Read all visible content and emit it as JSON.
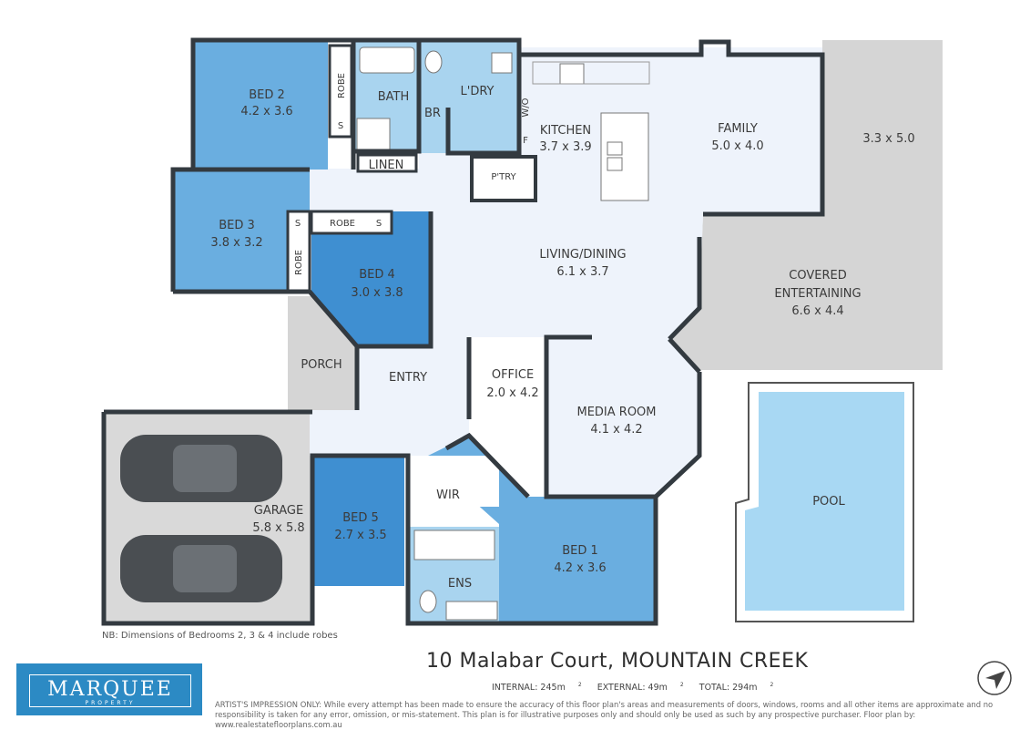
{
  "address": "10 Malabar Court, MOUNTAIN CREEK",
  "areas": {
    "internal": "INTERNAL: 245m",
    "external": "EXTERNAL: 49m",
    "total": "TOTAL: 294m",
    "unit_sup": "2"
  },
  "note": "NB: Dimensions of Bedrooms 2, 3 & 4 include robes",
  "disclaimer": "ARTIST'S IMPRESSION ONLY: While every attempt has been made to ensure the accuracy of this floor plan's areas and measurements of doors, windows, rooms and all other items are approximate and no responsibility is taken for any error, omission, or mis-statement. This plan is for illustrative purposes only and should only be used as such by any prospective purchaser. Floor plan by: www.realestatefloorplans.com.au",
  "logo": {
    "main": "MARQUEE",
    "sub": "PROPERTY"
  },
  "colors": {
    "bedroom": "#6aaee0",
    "bedroom_dark": "#3f8fd1",
    "wet": "#a9d4ef",
    "living": "#eef3fb",
    "outdoor": "#d5d5d5",
    "pool_fill": "#a8d8f3",
    "wall": "#333a40"
  },
  "rooms": {
    "bed2": {
      "name": "BED 2",
      "dims": "4.2 x 3.6"
    },
    "bed3": {
      "name": "BED 3",
      "dims": "3.8 x 3.2"
    },
    "bed4": {
      "name": "BED 4",
      "dims": "3.0 x 3.8"
    },
    "bed5": {
      "name": "BED 5",
      "dims": "2.7 x 3.5"
    },
    "bed1": {
      "name": "BED 1",
      "dims": "4.2 x 3.6"
    },
    "bath": {
      "name": "BATH"
    },
    "ldry": {
      "name": "L'DRY"
    },
    "br": {
      "name": "BR"
    },
    "linen": {
      "name": "LINEN"
    },
    "kitchen": {
      "name": "KITCHEN",
      "dims": "3.7 x 3.9"
    },
    "family": {
      "name": "FAMILY",
      "dims": "5.0 x 4.0"
    },
    "deck": {
      "dims": "3.3 x 5.0"
    },
    "living": {
      "name": "LIVING/DINING",
      "dims": "6.1 x 3.7"
    },
    "covered": {
      "name1": "COVERED",
      "name2": "ENTERTAINING",
      "dims": "6.6 x 4.4"
    },
    "porch": {
      "name": "PORCH"
    },
    "entry": {
      "name": "ENTRY"
    },
    "office": {
      "name": "OFFICE",
      "dims": "2.0 x 4.2"
    },
    "media": {
      "name": "MEDIA ROOM",
      "dims": "4.1 x 4.2"
    },
    "garage": {
      "name": "GARAGE",
      "dims": "5.8 x 5.8"
    },
    "wir": {
      "name": "WIR"
    },
    "ens": {
      "name": "ENS"
    },
    "pool": {
      "name": "POOL"
    },
    "ptry": {
      "name": "P'TRY"
    },
    "wo": {
      "name": "W/O"
    },
    "fridge": {
      "name": "F"
    },
    "robe": {
      "name": "ROBE"
    },
    "shelf": {
      "name": "S"
    }
  }
}
